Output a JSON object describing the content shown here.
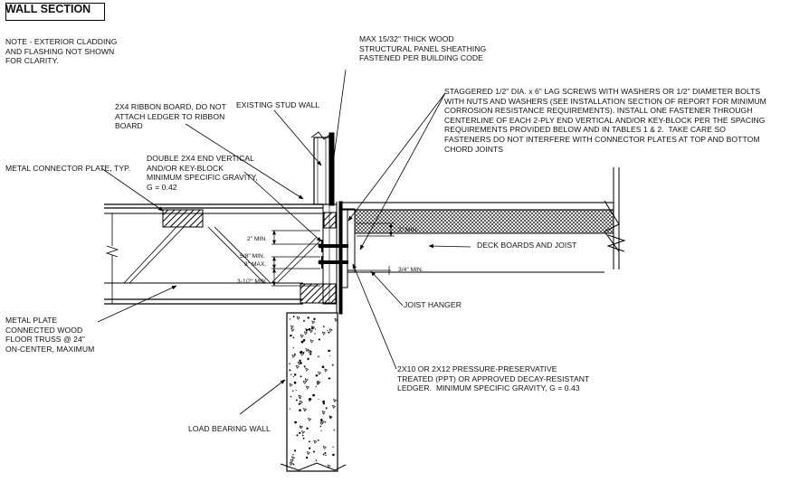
{
  "title": "WALL SECTION",
  "labels": {
    "note": "NOTE - EXTERIOR CLADDING\nAND FLASHING NOT SHOWN\nFOR CLARITY.",
    "sheathing": "MAX 15/32\" THICK WOOD\nSTRUCTURAL PANEL SHEATHING\nFASTENED PER BUILDING CODE",
    "ribbon_board": "2X4 RIBBON BOARD, DO NOT\nATTACH LEDGER TO RIBBON\nBOARD",
    "existing_stud_wall": "EXISTING STUD WALL",
    "lag_screws": "STAGGERED 1/2\" DIA. x 6\" LAG SCREWS WITH WASHERS OR 1/2\" DIAMETER BOLTS\nWITH NUTS AND WASHERS (SEE INSTALLATION SECTION OF REPORT FOR MINIMUM\nCORROSION RESISTANCE REQUIREMENTS). INSTALL ONE FASTENER THROUGH\nCENTERLINE OF EACH 2-PLY END VERTICAL AND/OR KEY-BLOCK PER THE SPACING\nREQUIREMENTS PROVIDED BELOW AND IN TABLES 1 & 2.  TAKE CARE SO\nFASTENERS DO NOT INTERFERE WITH CONNECTOR PLATES AT TOP AND BOTTOM\nCHORD JOINTS",
    "metal_connector_plate": "METAL CONNECTOR PLATE, TYP.",
    "end_vertical": "DOUBLE 2X4 END VERTICAL\nAND/OR KEY-BLOCK\nMINIMUM SPECIFIC GRAVITY,\nG = 0.42",
    "deck_boards": "DECK BOARDS AND JOIST",
    "joist_hanger": "JOIST HANGER",
    "floor_truss": "METAL PLATE\nCONNECTED WOOD\nFLOOR TRUSS @ 24\"\nON-CENTER, MAXIMUM",
    "ledger": "2X10 OR 2X12 PRESSURE-PRESERVATIVE\nTREATED (PPT) OR APPROVED DECAY-RESISTANT\nLEDGER.  MINIMUM SPECIFIC GRAVITY, G = 0.43",
    "load_bearing_wall": "LOAD BEARING WALL"
  },
  "dimensions": {
    "min_2_left": "2\" MIN.",
    "min_5_8": "5/8\" MIN.",
    "max_3": "3\" MAX.",
    "min_3_half": "3-1/2\" MIN.",
    "min_2_right": "2\" MIN.",
    "min_3_4": "3/4\" MIN."
  }
}
